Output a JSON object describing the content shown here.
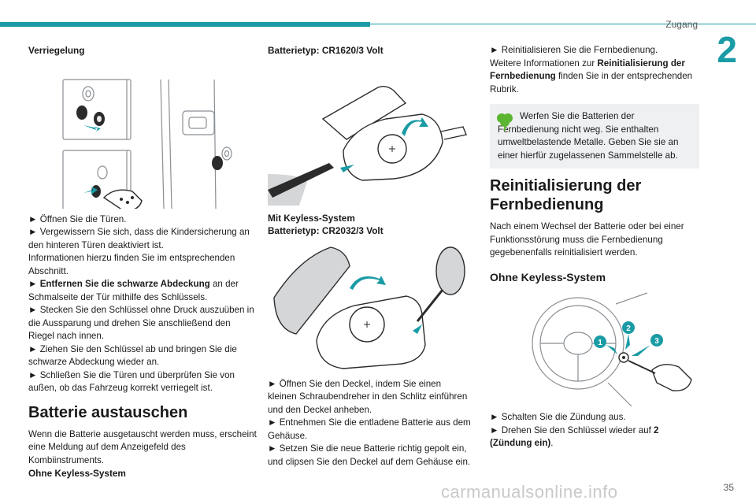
{
  "header": {
    "section": "Zugang",
    "chapter": "2",
    "page": "35",
    "watermark": "carmanualsonline.info"
  },
  "col1": {
    "h_verriegelung": "Verriegelung",
    "l1": "► Öffnen Sie die Türen.",
    "l2": "► Vergewissern Sie sich, dass die Kindersicherung an den hinteren Türen deaktiviert ist.",
    "l3": "Informationen hierzu finden Sie im entsprechenden Abschnitt.",
    "l4a": "► Entfernen Sie die schwarze Abdeckung",
    "l4b": " an der Schmalseite der Tür mithilfe des Schlüssels.",
    "l5": "► Stecken Sie den Schlüssel ohne Druck auszuüben in die Aussparung und drehen Sie anschließend den Riegel nach innen.",
    "l6": "► Ziehen Sie den Schlüssel ab und bringen Sie die schwarze Abdeckung wieder an.",
    "l7": "► Schließen Sie die Türen und überprüfen Sie von außen, ob das Fahrzeug korrekt verriegelt ist.",
    "h_batterie": "Batterie austauschen",
    "p_batterie": "Wenn die Batterie ausgetauscht werden muss, erscheint eine Meldung auf dem Anzeigefeld des Kombiinstruments.",
    "h_ohne": "Ohne Keyless-System"
  },
  "col2": {
    "h_typ1": "Batterietyp: CR1620/3 Volt",
    "h_mit": "Mit Keyless-System",
    "h_typ2": "Batterietyp: CR2032/3 Volt",
    "l1": "► Öffnen Sie den Deckel, indem Sie einen kleinen Schraubendreher in den Schlitz einführen und den Deckel anheben.",
    "l2": "► Entnehmen Sie die entladene Batterie aus dem Gehäuse.",
    "l3": "► Setzen Sie die neue Batterie richtig gepolt ein, und clipsen Sie den Deckel auf dem Gehäuse ein."
  },
  "col3": {
    "l1": "► Reinitialisieren Sie die Fernbedienung.",
    "l2a": "Weitere Informationen zur ",
    "l2b": "Reinitialisierung der Fernbedienung",
    "l2c": " finden Sie in der entsprechenden Rubrik.",
    "note": "Werfen Sie die Batterien der Fernbedienung nicht weg. Sie enthalten umweltbelastende Metalle. Geben Sie sie an einer hierfür zugelassenen Sammelstelle ab.",
    "h_reinit": "Reinitialisierung der Fernbedienung",
    "p_reinit": "Nach einem Wechsel der Batterie oder bei einer Funktionsstörung muss die Fernbedienung gegebenenfalls reinitialisiert werden.",
    "h_ohne": "Ohne Keyless-System",
    "fig_1": "1",
    "fig_2": "2",
    "fig_3": "3",
    "l3": "► Schalten Sie die Zündung aus.",
    "l4a": "► Drehen Sie den Schlüssel wieder auf ",
    "l4b": "2",
    "l4c": "(Zündung ein)",
    "l4d": "."
  },
  "colors": {
    "accent": "#1a9ba5",
    "eco_green": "#5cb531",
    "note_bg": "#eef0f2"
  }
}
